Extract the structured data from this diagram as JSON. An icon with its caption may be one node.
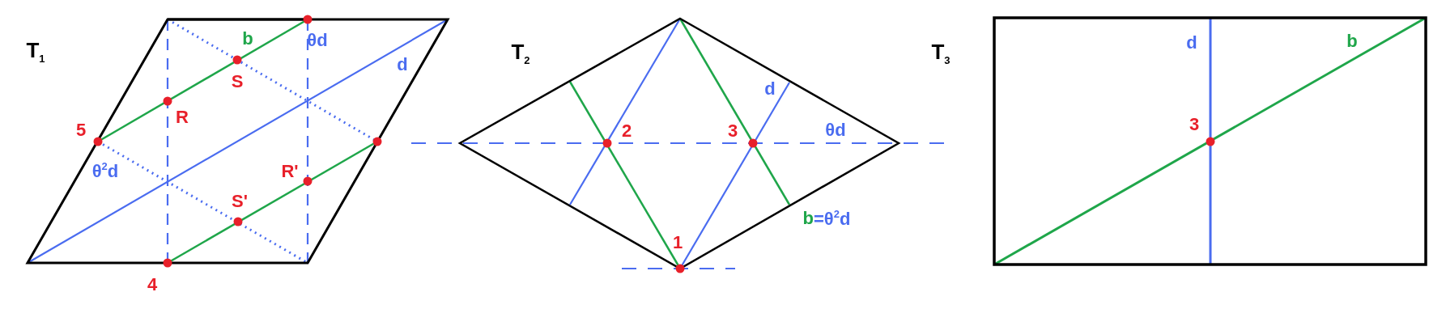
{
  "diagram": {
    "labels": [
      "T$_{1}$",
      "b",
      "θd",
      "d",
      "S",
      "R",
      "5",
      "θ$^{2}$d",
      "R'",
      "S'",
      "4",
      "T$_{2}$",
      "d",
      "2",
      "3",
      "θd",
      "b=θ$^{2}$d",
      "1",
      "T$_{3}$",
      "d",
      "b",
      "3"
    ]
  }
}
